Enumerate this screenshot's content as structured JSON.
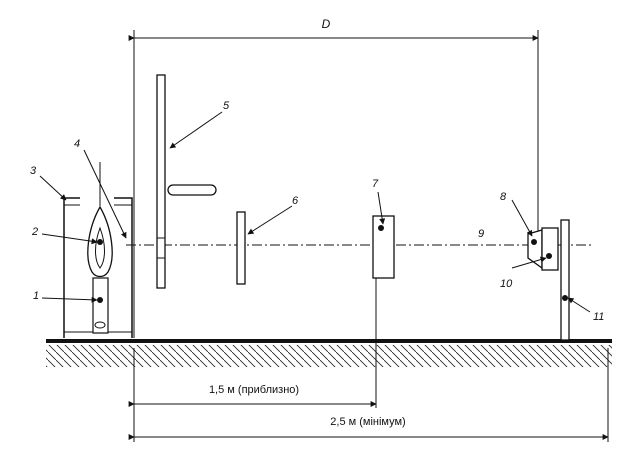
{
  "dimensions": {
    "D": "D",
    "approx": "1,5 м (приблизно)",
    "minimum": "2,5 м (мінімум)"
  },
  "callouts": [
    "1",
    "2",
    "3",
    "4",
    "5",
    "6",
    "7",
    "8",
    "9",
    "10",
    "11"
  ]
}
